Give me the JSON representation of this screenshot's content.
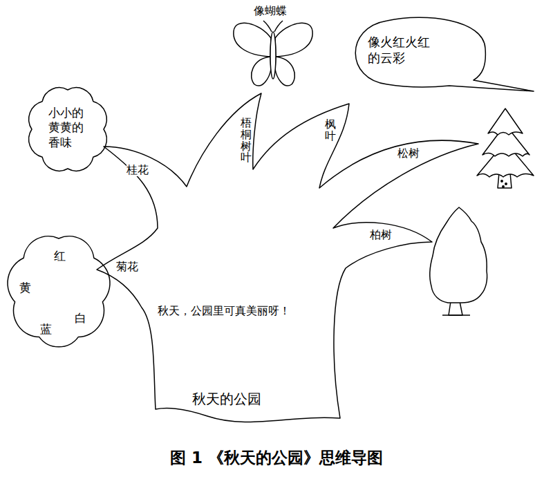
{
  "diagram": {
    "caption": "图 1 《秋天的公园》思维导图",
    "nodes": [
      {
        "text": [
          "小小的 黄黄的 香味"
        ]
      },
      {
        "text": [
          "像蝴蝶"
        ]
      },
      {
        "text": [
          "像火红火红 的云彩"
        ]
      },
      {
        "text": [
          "红",
          "黄",
          "白",
          "蓝"
        ]
      },
      {
        "text": [
          "秋天，公园里可真美丽呀！",
          "秋天的公园"
        ]
      }
    ],
    "labels": [
      "桂花",
      "菊花",
      "梧桐树叶",
      "枫叶",
      "松树",
      "柏树"
    ]
  }
}
